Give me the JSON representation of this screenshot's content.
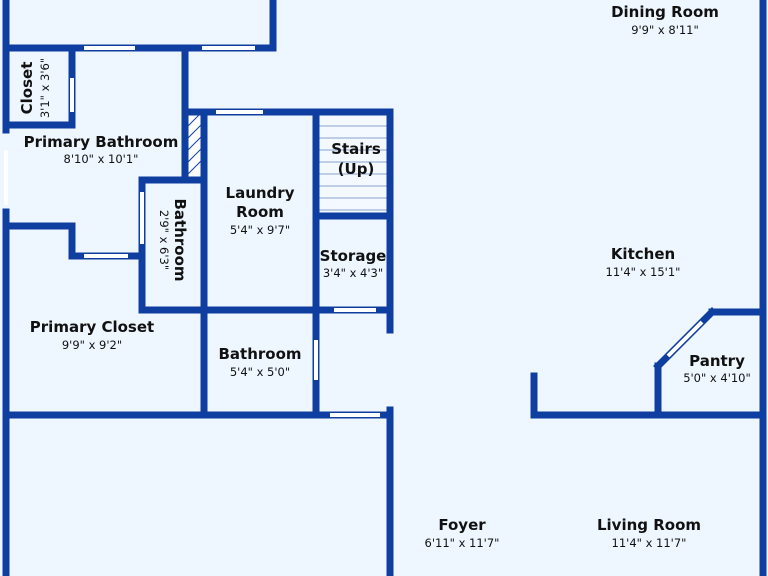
{
  "rooms": {
    "dining": {
      "name": "Dining Room",
      "dims": "9'9\" x 8'11\""
    },
    "closet": {
      "name": "Closet",
      "dims": "3'1\" x 3'6\""
    },
    "pbath": {
      "name": "Primary Bathroom",
      "dims": "8'10\" x 10'1\""
    },
    "stairs": {
      "name1": "Stairs",
      "name2": "(Up)"
    },
    "laundry": {
      "name1": "Laundry",
      "name2": "Room",
      "dims": "5'4\" x 9'7\""
    },
    "bath_v": {
      "name": "Bathroom",
      "dims": "2'9\" x 6'3\""
    },
    "kitchen": {
      "name": "Kitchen",
      "dims": "11'4\" x 15'1\""
    },
    "storage": {
      "name": "Storage",
      "dims": "3'4\" x 4'3\""
    },
    "pcloset": {
      "name": "Primary Closet",
      "dims": "9'9\" x 9'2\""
    },
    "bath": {
      "name": "Bathroom",
      "dims": "5'4\" x 5'0\""
    },
    "pantry": {
      "name": "Pantry",
      "dims": "5'0\" x 4'10\""
    },
    "foyer": {
      "name": "Foyer",
      "dims": "6'11\" x 11'7\""
    },
    "living": {
      "name": "Living Room",
      "dims": "11'4\" x 11'7\""
    }
  },
  "colors": {
    "wall": "#0e3ea0",
    "floor": "#eef7ff",
    "window": "#ffffff"
  }
}
